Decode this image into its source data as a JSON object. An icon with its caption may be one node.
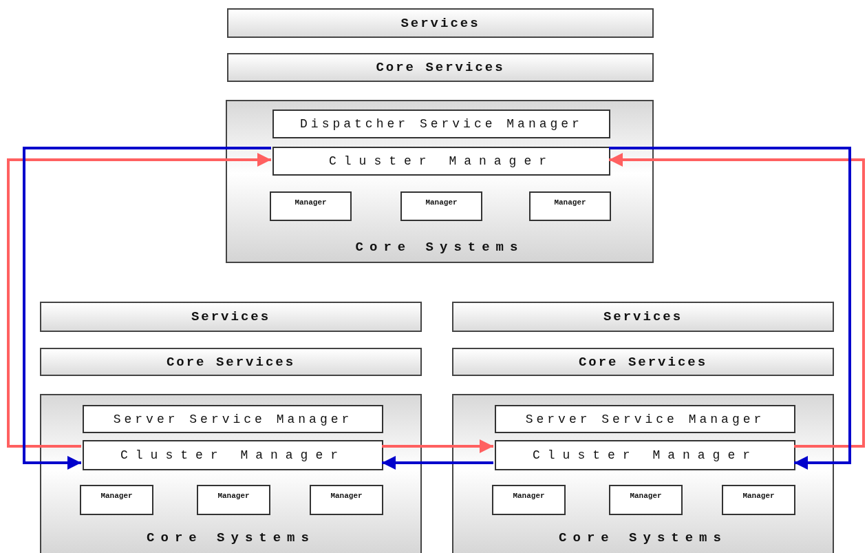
{
  "diagram": {
    "nodes": [
      {
        "text": [
          "Services"
        ]
      },
      {
        "text": [
          "Core Services"
        ]
      },
      {
        "text": [
          "Core Systems"
        ]
      },
      {
        "text": [
          "Dispatcher Service Manager"
        ],
        "in": 2
      },
      {
        "text": [
          "Cluster Manager"
        ],
        "in": 2
      },
      {
        "text": [
          "Manager"
        ],
        "in": 2
      },
      {
        "text": [
          "Manager"
        ],
        "in": 2
      },
      {
        "text": [
          "Manager"
        ],
        "in": 2
      },
      {
        "text": [
          "Services"
        ]
      },
      {
        "text": [
          "Core Services"
        ]
      },
      {
        "text": [
          "Core Systems"
        ]
      },
      {
        "text": [
          "Server Service Manager"
        ],
        "in": 10
      },
      {
        "text": [
          "Cluster Manager"
        ],
        "in": 10
      },
      {
        "text": [
          "Manager"
        ],
        "in": 10
      },
      {
        "text": [
          "Manager"
        ],
        "in": 10
      },
      {
        "text": [
          "Manager"
        ],
        "in": 10
      },
      {
        "text": [
          "Services"
        ]
      },
      {
        "text": [
          "Core Services"
        ]
      },
      {
        "text": [
          "Core Systems"
        ]
      },
      {
        "text": [
          "Server Service Manager"
        ],
        "in": 18
      },
      {
        "text": [
          "Cluster Manager"
        ],
        "in": 18
      },
      {
        "text": [
          "Manager"
        ],
        "in": 18
      },
      {
        "text": [
          "Manager"
        ],
        "in": 18
      },
      {
        "text": [
          "Manager"
        ],
        "in": 18
      }
    ],
    "edges": [
      {
        "from": 12,
        "to": 4,
        "arrow": "to",
        "color": "#ff6060"
      },
      {
        "from": 4,
        "to": 12,
        "arrow": "to",
        "color": "#0000cc"
      },
      {
        "from": 20,
        "to": 4,
        "arrow": "to",
        "color": "#ff6060"
      },
      {
        "from": 4,
        "to": 20,
        "arrow": "to",
        "color": "#0000cc"
      },
      {
        "from": 12,
        "to": 20,
        "arrow": "to",
        "color": "#ff6060"
      },
      {
        "from": 20,
        "to": 12,
        "arrow": "to",
        "color": "#0000cc"
      }
    ]
  }
}
